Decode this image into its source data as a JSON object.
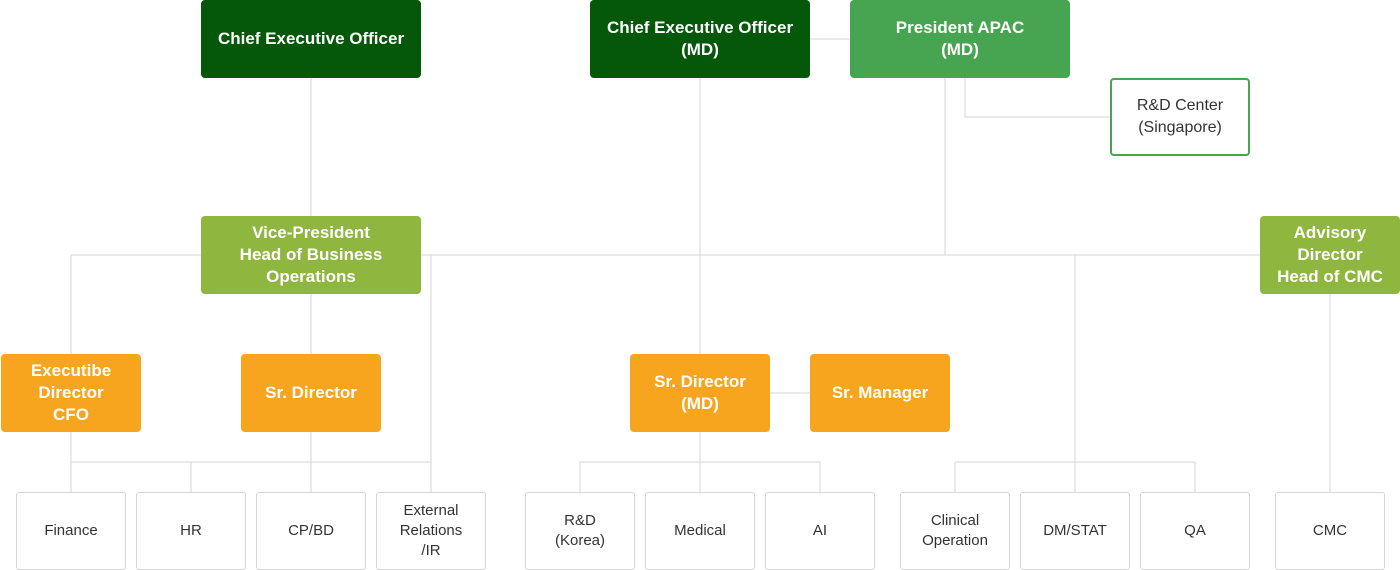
{
  "colors": {
    "dark_green": "#05570a",
    "mid_green": "#47a450",
    "lime_green": "#8fb63e",
    "orange": "#f7a51e",
    "connector": "#d6d6d6"
  },
  "org": {
    "ceo_1": "Chief Executive Officer",
    "ceo_md": "Chief Executive Officer\n(MD)",
    "president_apac": "President APAC\n(MD)",
    "rd_center_singapore": "R&D Center\n(Singapore)",
    "vp_business_ops": "Vice-President\nHead of Business\nOperations",
    "advisory_director_cmc": "Advisory\nDirector\nHead of CMC",
    "exec_director_cfo": "Executibe\nDirector\nCFO",
    "sr_director_1": "Sr. Director",
    "sr_director_md": "Sr. Director\n(MD)",
    "sr_manager": "Sr. Manager",
    "finance": "Finance",
    "hr": "HR",
    "cp_bd": "CP/BD",
    "external_relations_ir": "External\nRelations\n/IR",
    "rd_korea": "R&D\n(Korea)",
    "medical": "Medical",
    "ai": "AI",
    "clinical_operation": "Clinical\nOperation",
    "dm_stat": "DM/STAT",
    "qa": "QA",
    "cmc": "CMC"
  }
}
